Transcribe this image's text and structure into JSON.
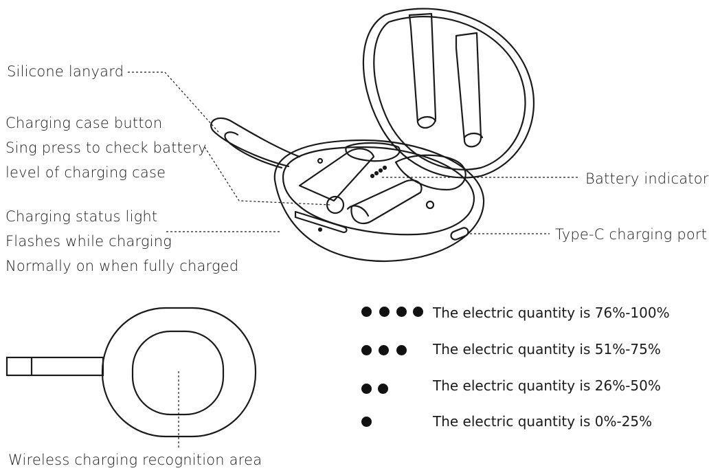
{
  "callouts": {
    "silicone_lanyard": "Silicone lanyard",
    "case_button_title": "Charging case button",
    "case_button_line2": "Sing press to check battery",
    "case_button_line3": "level of charging case",
    "status_light_title": "Charging status light",
    "status_light_line2": "Flashes while charging",
    "status_light_line3": "Normally on when fully charged",
    "battery_indicator": "Battery indicator",
    "type_c_port": "Type-C charging port",
    "wireless_area": "Wireless charging recognition area"
  },
  "battery_legend": [
    {
      "dots": 4,
      "text": "The electric quantity is 76%-100%"
    },
    {
      "dots": 3,
      "text": "The electric quantity is 51%-75%"
    },
    {
      "dots": 2,
      "text": "The electric quantity is 26%-50%"
    },
    {
      "dots": 1,
      "text": "The electric quantity is 0%-25%"
    }
  ],
  "colors": {
    "line": "#1a1a1a",
    "background": "#ffffff"
  }
}
